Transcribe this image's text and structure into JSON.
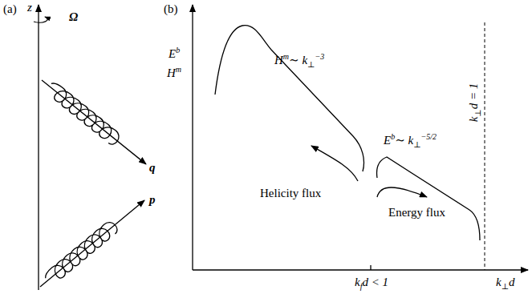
{
  "diagram": {
    "labels": [
      "(a)",
      "z",
      "Ω",
      "q",
      "p",
      "(b)",
      "E",
      "b",
      "H",
      "m",
      "H",
      "m",
      "∼ k",
      "⊥",
      "−3",
      "Helicity flux",
      "E",
      "b",
      "∼ k",
      "⊥",
      "−5/2",
      "Energy flux",
      "k",
      "f",
      "d < 1",
      "k",
      "⊥",
      "d = 1",
      "k",
      "⊥",
      "d"
    ]
  }
}
